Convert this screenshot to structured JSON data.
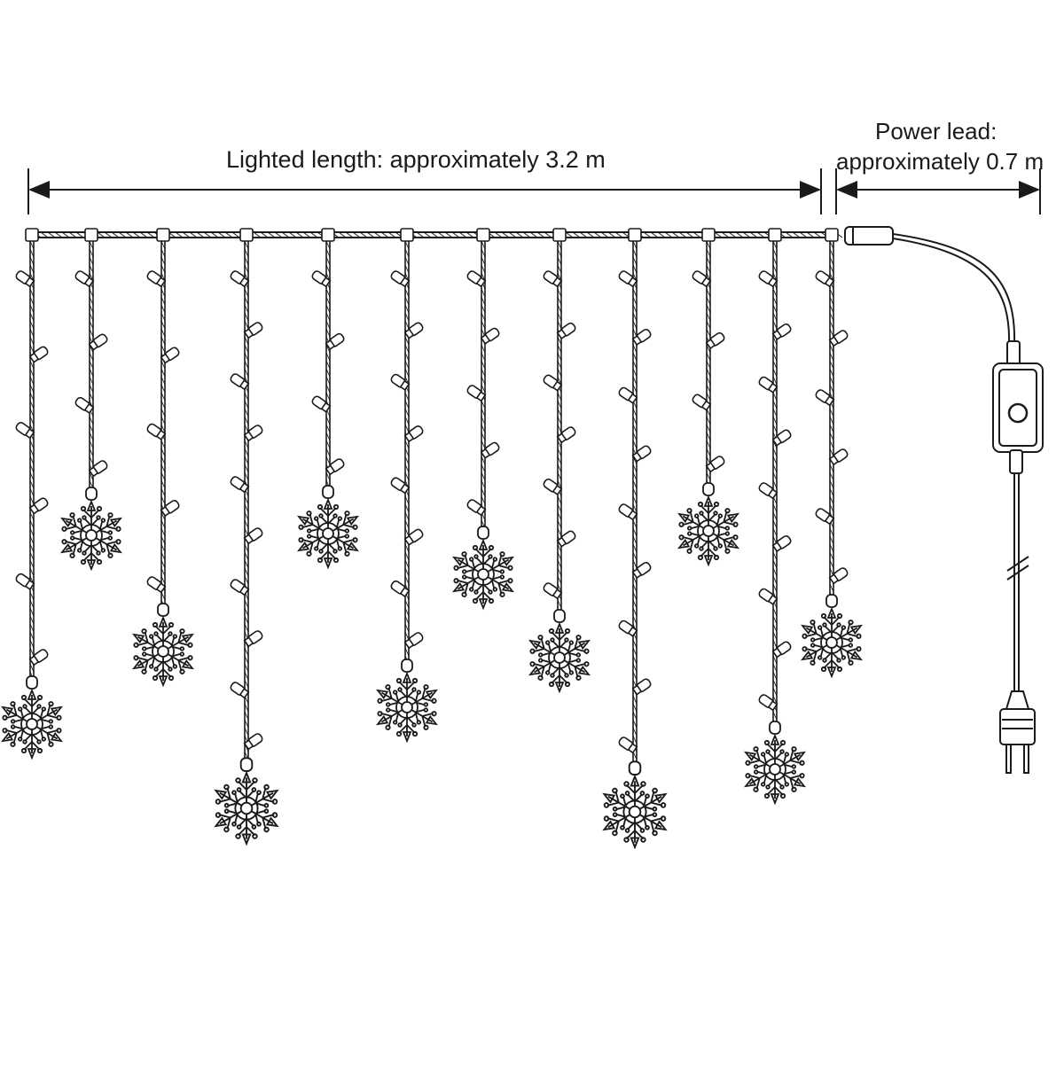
{
  "dimensions": {
    "lighted_length": "Lighted length: approximately 3.2 m",
    "power_lead_title": "Power lead:",
    "power_lead_value": "approximately 0.7 m"
  },
  "colors": {
    "line": "#1a1a1a",
    "background": "#ffffff"
  },
  "strands": [
    {
      "bulbs": 6,
      "snowflake": true
    },
    {
      "bulbs": 4,
      "snowflake": true
    },
    {
      "bulbs": 5,
      "snowflake": true
    },
    {
      "bulbs": 10,
      "snowflake": true
    },
    {
      "bulbs": 4,
      "snowflake": true
    },
    {
      "bulbs": 8,
      "snowflake": true
    },
    {
      "bulbs": 5,
      "snowflake": true
    },
    {
      "bulbs": 7,
      "snowflake": true
    },
    {
      "bulbs": 9,
      "snowflake": true
    },
    {
      "bulbs": 4,
      "snowflake": true
    },
    {
      "bulbs": 9,
      "snowflake": true
    },
    {
      "bulbs": 6,
      "snowflake": true
    }
  ],
  "icons": {
    "controller": "controller-box-icon",
    "plug": "plug-icon",
    "bulb": "bulb-icon",
    "snowflake": "snowflake-icon"
  }
}
